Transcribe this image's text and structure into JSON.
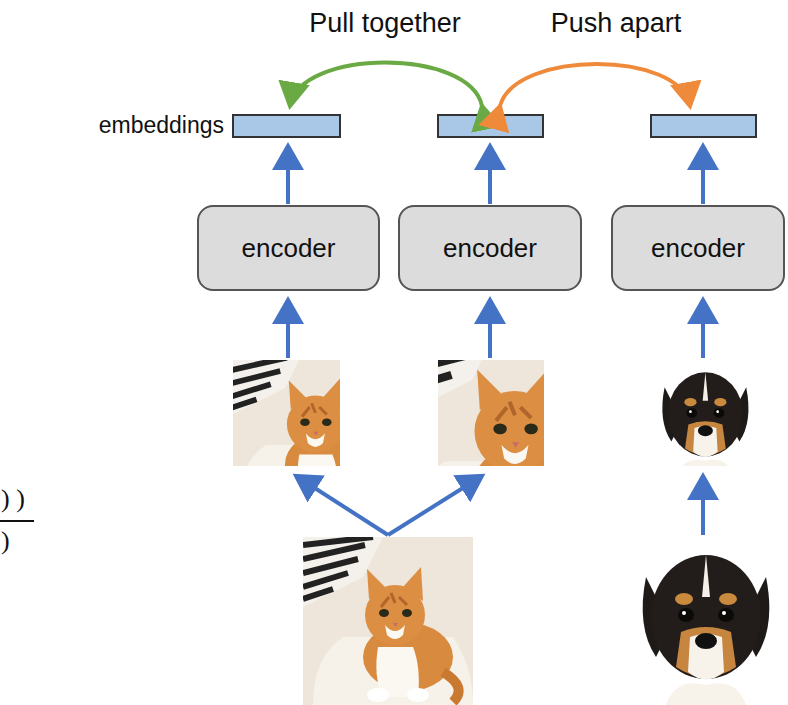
{
  "diagram": {
    "nodes": [
      {
        "text": [
          "encoder"
        ]
      },
      {
        "text": [
          "encoder"
        ]
      },
      {
        "text": [
          "encoder"
        ]
      }
    ],
    "labels": [
      "Pull together",
      "Push apart",
      "embeddings",
      ") )",
      ")"
    ]
  }
}
